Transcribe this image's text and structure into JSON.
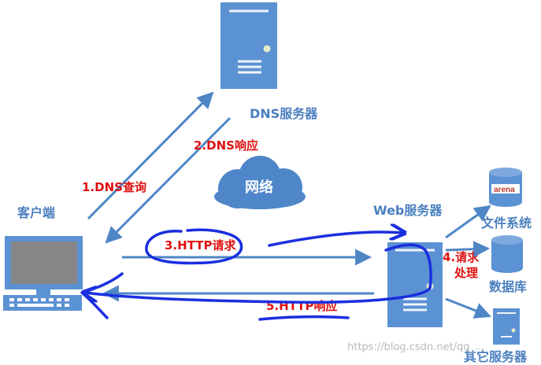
{
  "nodes": {
    "dns_server": "DNS服务器",
    "client": "客户端",
    "network": "网络",
    "web_server": "Web服务器",
    "file_system": "文件系统",
    "database": "数据库",
    "other_server": "其它服务器",
    "arena_logo": "arena"
  },
  "steps": {
    "s1": "1.DNS查询",
    "s2": "2.DNS响应",
    "s3": "3.HTTP请求",
    "s4_line1": "4.请求",
    "s4_line2": "处理",
    "s5": "5.HTTP响应"
  },
  "watermark": "https://blog.csdn.net/qq_...",
  "colors": {
    "server_blue": "#5b92d3",
    "arrow_blue": "#4f86c6",
    "label_red": "#e01010",
    "ink_blue": "#1a2fe0",
    "cloud_blue": "#4e86c9"
  }
}
